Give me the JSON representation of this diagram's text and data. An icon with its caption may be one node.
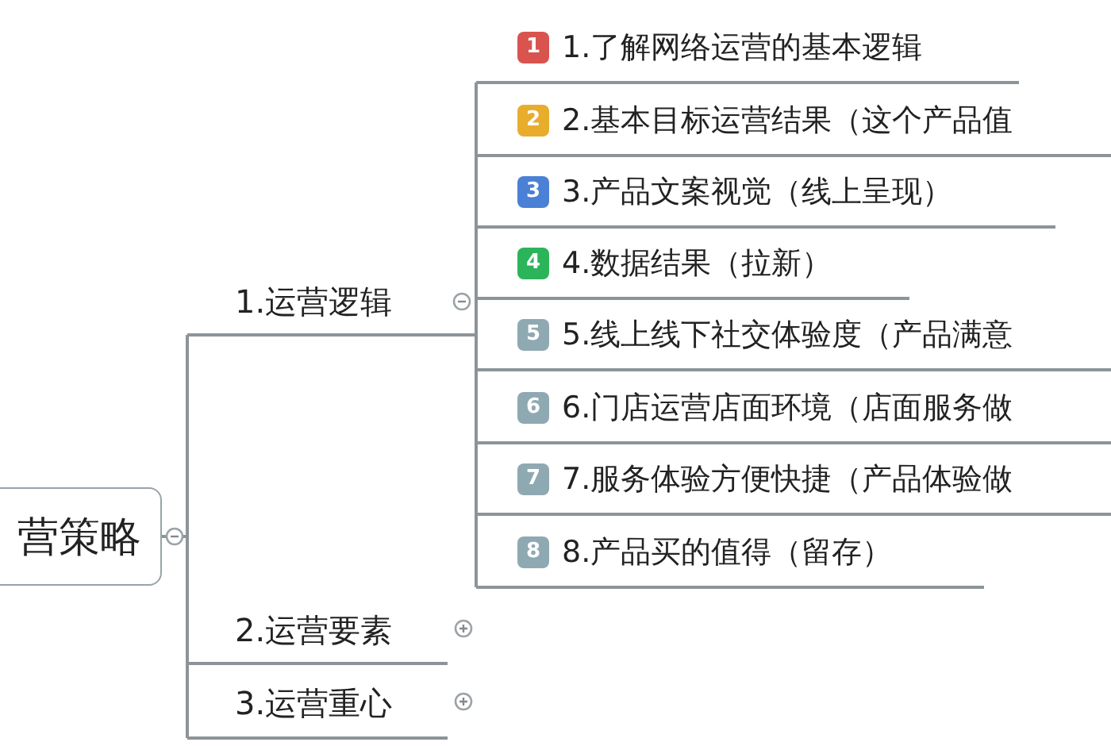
{
  "diagram": {
    "nodes": [
      {
        "text": [
          "营策略"
        ]
      },
      {
        "text": [
          "1.运营逻辑"
        ]
      },
      {
        "text": [
          "2.运营要素"
        ]
      },
      {
        "text": [
          "3.运营重心"
        ]
      },
      {
        "text": [
          "1",
          "1.了解网络运营的基本逻辑"
        ]
      },
      {
        "text": [
          "2",
          "2.基本目标运营结果（这个产品值"
        ]
      },
      {
        "text": [
          "3",
          "3.产品文案视觉（线上呈现）"
        ]
      },
      {
        "text": [
          "4",
          "4.数据结果（拉新）"
        ]
      },
      {
        "text": [
          "5",
          "5.线上线下社交体验度（产品满意"
        ]
      },
      {
        "text": [
          "6",
          "6.门店运营店面环境（店面服务做"
        ]
      },
      {
        "text": [
          "7",
          "7.服务体验方便快捷（产品体验做"
        ]
      },
      {
        "text": [
          "8",
          "8.产品买的值得（留存）"
        ]
      }
    ],
    "edges": [
      {
        "from": 0,
        "to": 1,
        "arrow": "none"
      },
      {
        "from": 0,
        "to": 2,
        "arrow": "none"
      },
      {
        "from": 0,
        "to": 3,
        "arrow": "none"
      },
      {
        "from": 1,
        "to": 4,
        "arrow": "none"
      },
      {
        "from": 1,
        "to": 5,
        "arrow": "none"
      },
      {
        "from": 1,
        "to": 6,
        "arrow": "none"
      },
      {
        "from": 1,
        "to": 7,
        "arrow": "none"
      },
      {
        "from": 1,
        "to": 8,
        "arrow": "none"
      },
      {
        "from": 1,
        "to": 9,
        "arrow": "none"
      },
      {
        "from": 1,
        "to": 10,
        "arrow": "none"
      },
      {
        "from": 1,
        "to": 11,
        "arrow": "none"
      }
    ]
  }
}
